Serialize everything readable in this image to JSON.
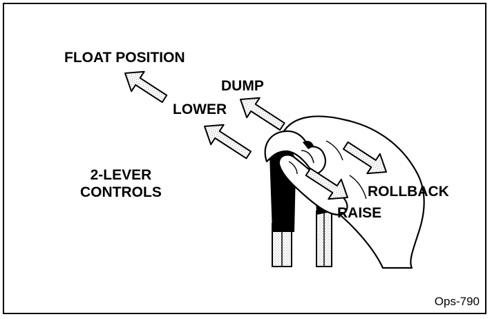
{
  "labels": {
    "float_position": "FLOAT POSITION",
    "dump": "DUMP",
    "lower": "LOWER",
    "title_line1": "2-LEVER",
    "title_line2": "CONTROLS",
    "rollback": "ROLLBACK",
    "raise": "RAISE"
  },
  "figure_ref": "Ops-790",
  "icons": [
    "float-arrow-icon",
    "dump-arrow-icon",
    "lower-arrow-icon",
    "rollback-arrow-icon",
    "raise-arrow-icon",
    "hand-icon",
    "lever-icon"
  ]
}
